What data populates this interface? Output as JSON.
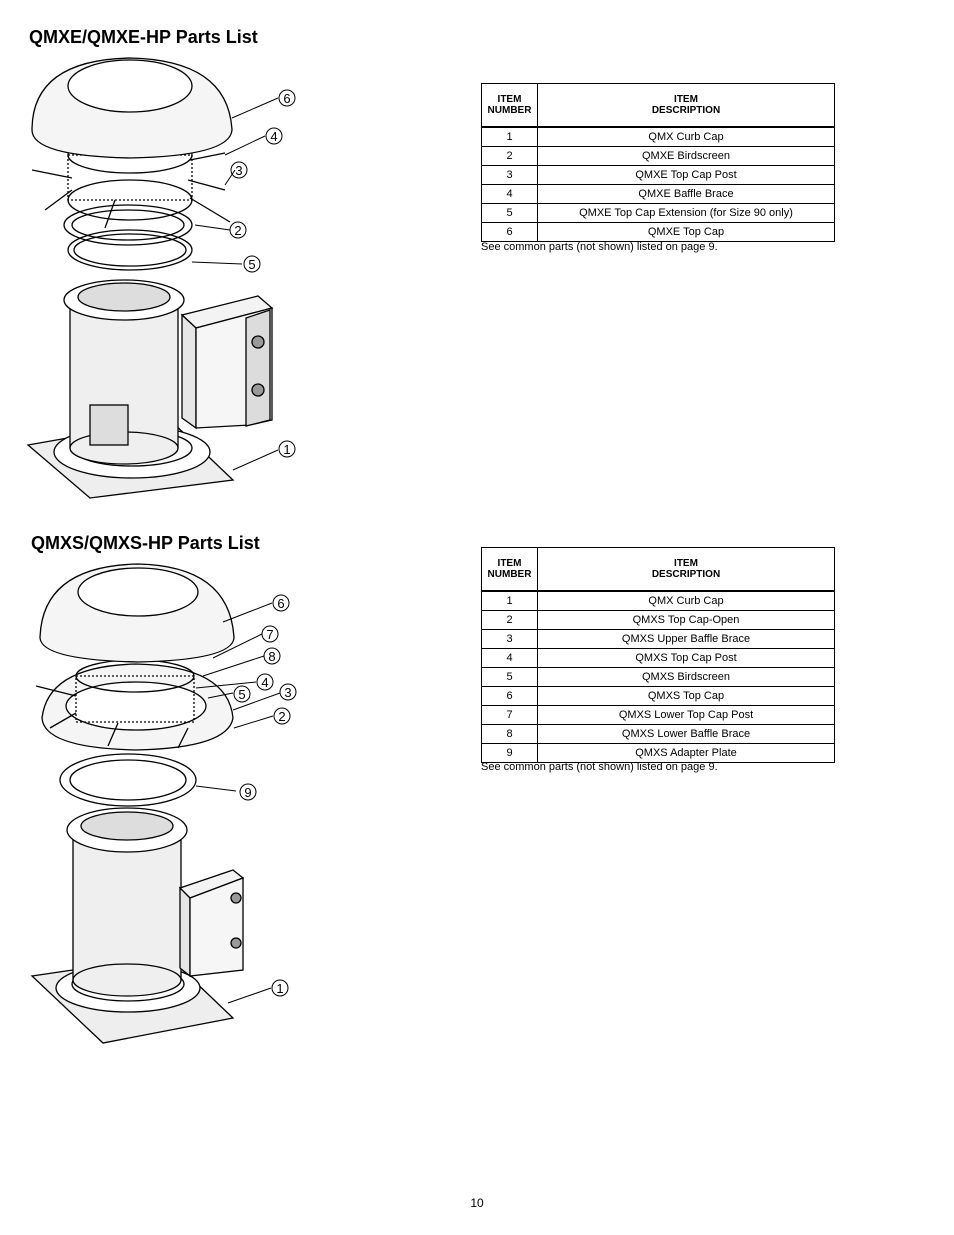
{
  "sections": [
    {
      "title": "QMXE/QMXE-HP Parts List",
      "table": {
        "headers": [
          "ITEM NUMBER",
          "ITEM DESCRIPTION"
        ],
        "header_lines": [
          [
            "ITEM",
            "NUMBER"
          ],
          [
            "ITEM",
            "DESCRIPTION"
          ]
        ],
        "rows": [
          {
            "num": "1",
            "desc": "QMX Curb Cap"
          },
          {
            "num": "2",
            "desc": "QMXE Birdscreen"
          },
          {
            "num": "3",
            "desc": "QMXE Top Cap Post"
          },
          {
            "num": "4",
            "desc": "QMXE Baffle Brace"
          },
          {
            "num": "5",
            "desc": "QMXE Top Cap Extension (for Size 90 only)"
          },
          {
            "num": "6",
            "desc": "QMXE Top Cap"
          }
        ]
      },
      "note": "See common parts (not shown) listed on page  9.",
      "callouts": [
        "6",
        "4",
        "3",
        "2",
        "5",
        "1"
      ]
    },
    {
      "title": "QMXS/QMXS-HP Parts List",
      "table": {
        "headers": [
          "ITEM NUMBER",
          "ITEM DESCRIPTION"
        ],
        "header_lines": [
          [
            "ITEM",
            "NUMBER"
          ],
          [
            "ITEM",
            "DESCRIPTION"
          ]
        ],
        "rows": [
          {
            "num": "1",
            "desc": "QMX Curb Cap"
          },
          {
            "num": "2",
            "desc": "QMXS Top Cap-Open"
          },
          {
            "num": "3",
            "desc": "QMXS Upper Baffle Brace"
          },
          {
            "num": "4",
            "desc": "QMXS Top Cap Post"
          },
          {
            "num": "5",
            "desc": "QMXS Birdscreen"
          },
          {
            "num": "6",
            "desc": "QMXS Top Cap"
          },
          {
            "num": "7",
            "desc": "QMXS Lower Top Cap Post"
          },
          {
            "num": "8",
            "desc": "QMXS Lower Baffle Brace"
          },
          {
            "num": "9",
            "desc": "QMXS Adapter Plate"
          }
        ]
      },
      "note": "See common parts (not shown) listed on page 9.",
      "callouts": [
        "6",
        "7",
        "8",
        "4",
        "5",
        "3",
        "2",
        "9",
        "1"
      ]
    }
  ],
  "page_number": "10"
}
